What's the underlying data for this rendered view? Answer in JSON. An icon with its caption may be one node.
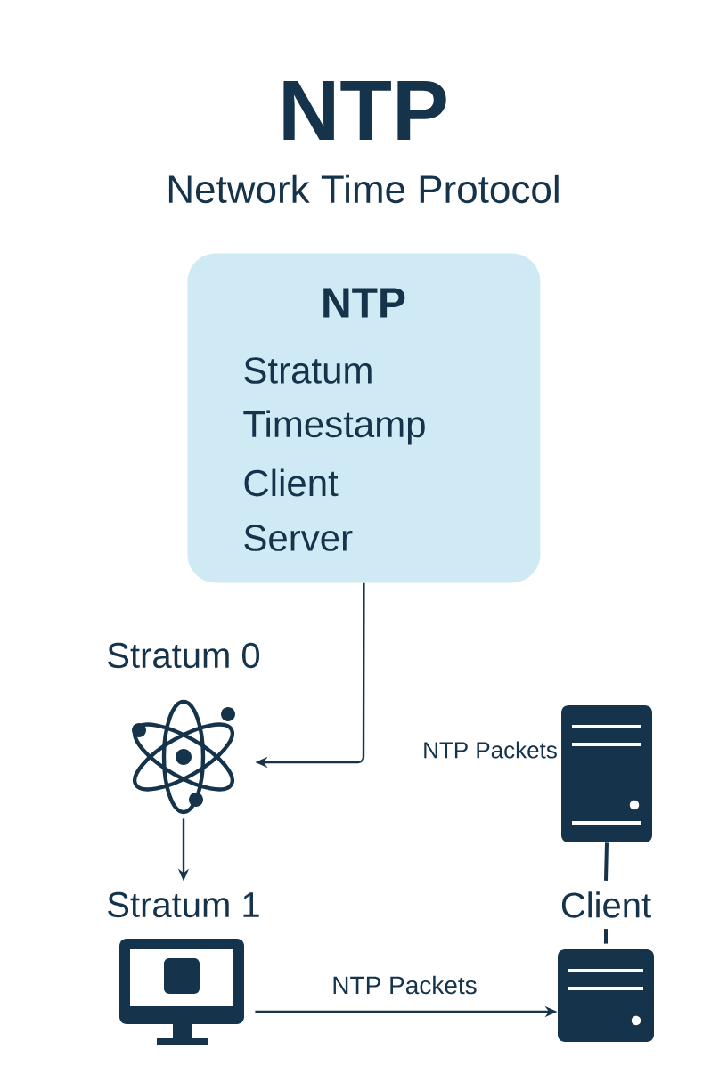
{
  "diagram": {
    "title": "NTP",
    "nodes": [
      {
        "text": [
          "NTP",
          "Stratum",
          "Timestamp",
          "Client",
          "Server"
        ]
      },
      {
        "text": [
          "Stratum 0"
        ]
      },
      {
        "text": [
          "Stratum 1"
        ]
      },
      {
        "text": [],
        "shape": "server"
      },
      {
        "text": [
          "Client"
        ]
      },
      {
        "text": [],
        "shape": "server"
      }
    ],
    "edges": [
      {
        "from": 0,
        "to": 1,
        "arrow": "to",
        "label": "NTP Packets"
      },
      {
        "from": 1,
        "to": 2,
        "arrow": "to"
      },
      {
        "from": 2,
        "to": 5,
        "arrow": "to",
        "label": "NTP Packets"
      },
      {
        "from": 3,
        "to": 4,
        "arrow": "none"
      },
      {
        "from": 4,
        "to": 5,
        "arrow": "none"
      }
    ],
    "labels": [
      "Network Time Protocol"
    ]
  }
}
